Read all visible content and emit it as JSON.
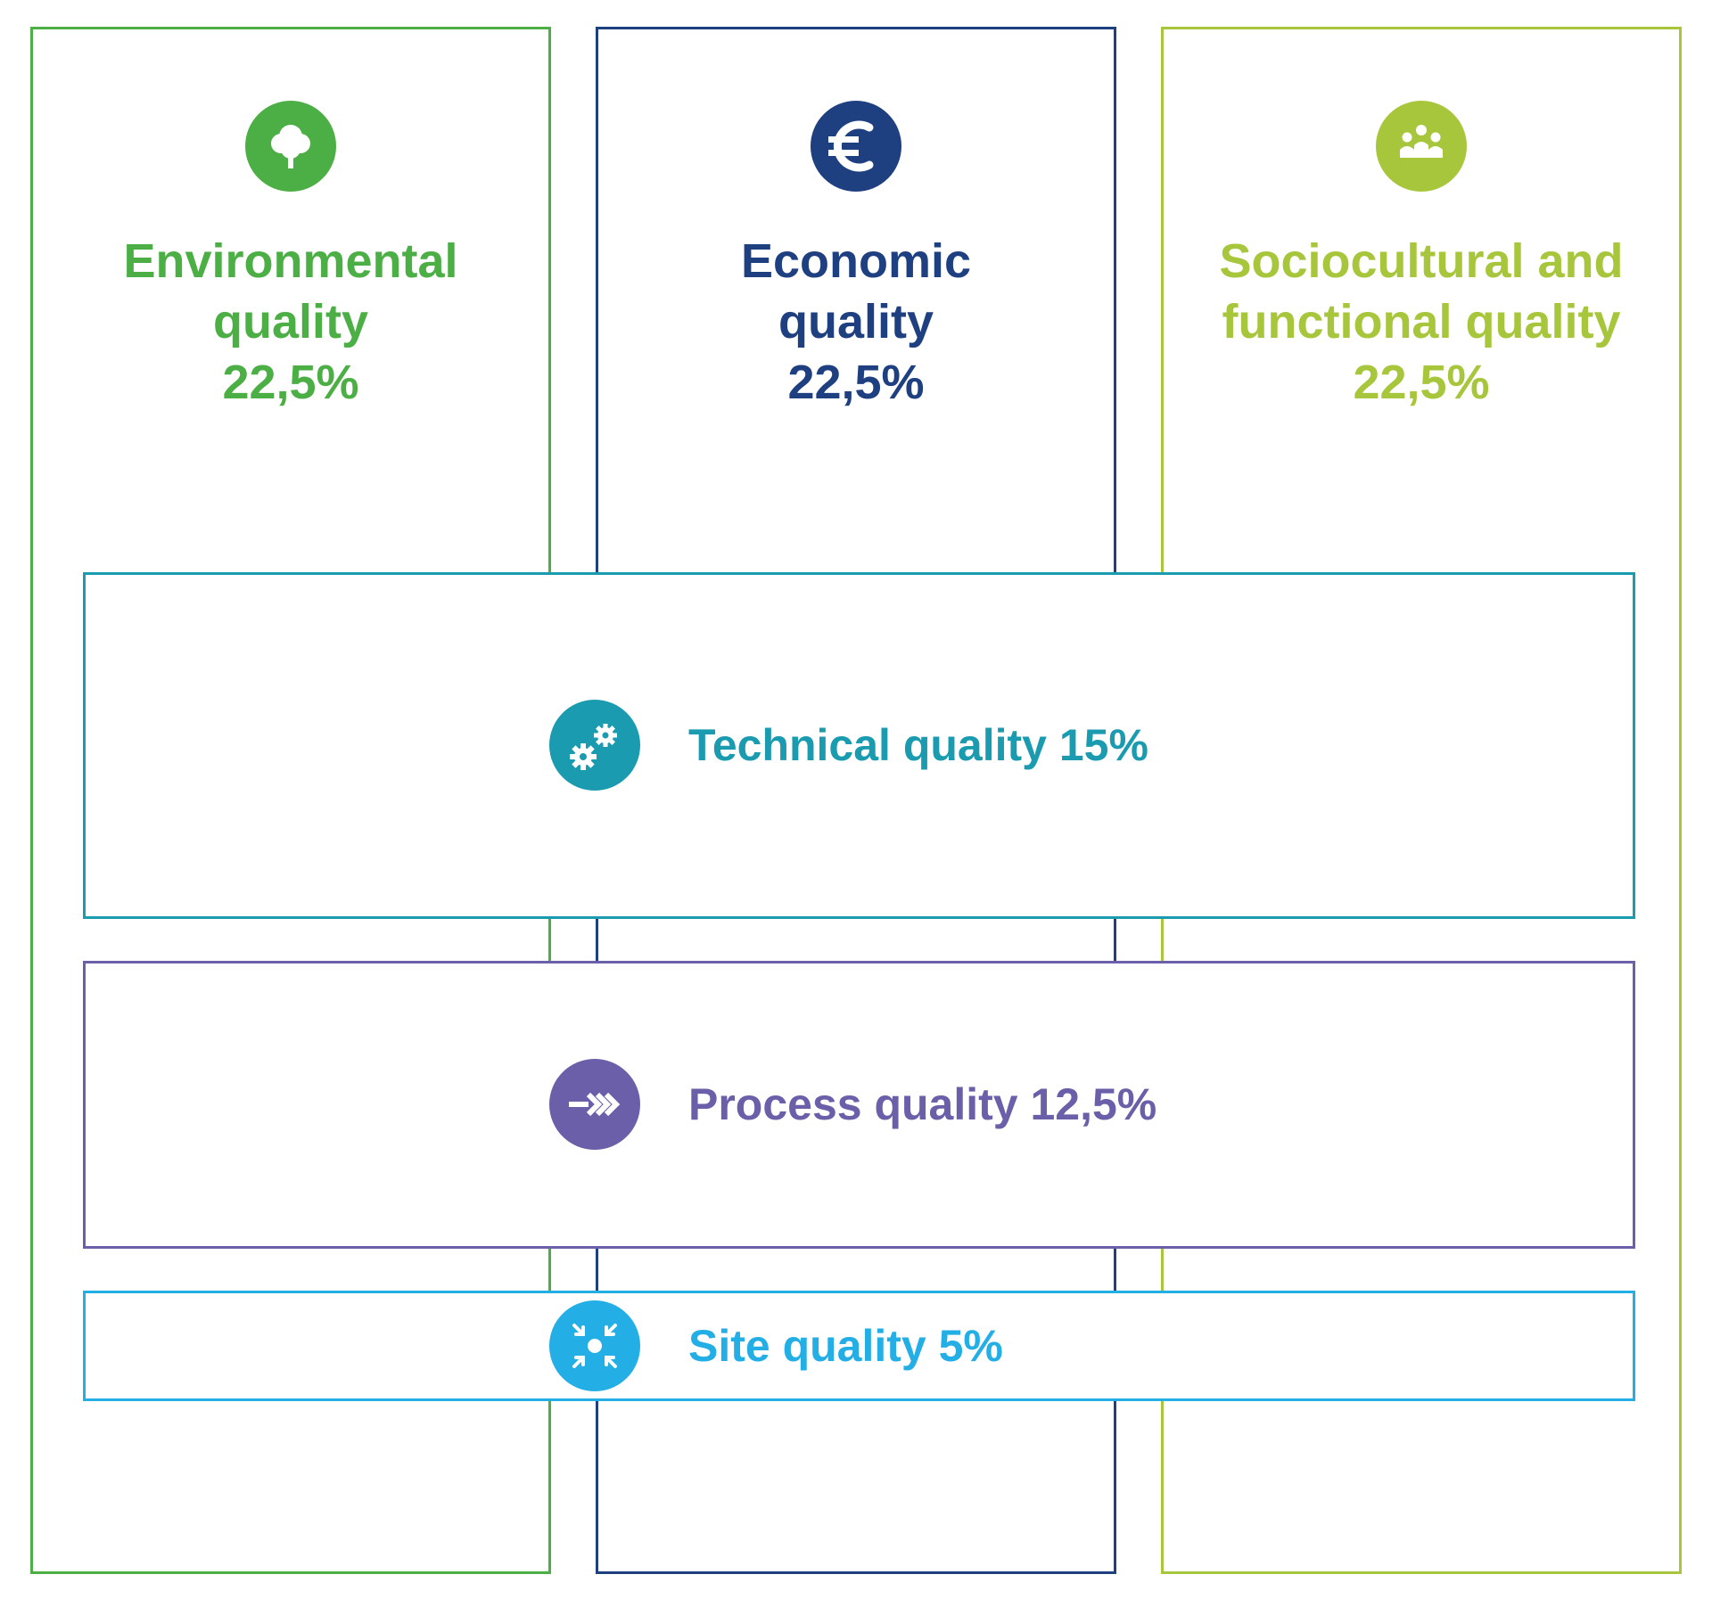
{
  "colors": {
    "environmental": "#4caf45",
    "economic": "#1e3f80",
    "sociocultural": "#a8c63c",
    "technical": "#1a9bb0",
    "process": "#6a5fa8",
    "site": "#23aee6"
  },
  "pillars": [
    {
      "icon": "tree-icon",
      "title": "Environmental\nquality",
      "percent": "22,5%"
    },
    {
      "icon": "euro-icon",
      "title": "Economic\nquality",
      "percent": "22,5%"
    },
    {
      "icon": "people-icon",
      "title": "Sociocultural and\nfunctional quality",
      "percent": "22,5%"
    }
  ],
  "bands": [
    {
      "icon": "gears-icon",
      "label": "Technical quality 15%"
    },
    {
      "icon": "arrows-right-icon",
      "label": "Process quality 12,5%"
    },
    {
      "icon": "location-target-icon",
      "label": "Site quality 5%"
    }
  ]
}
